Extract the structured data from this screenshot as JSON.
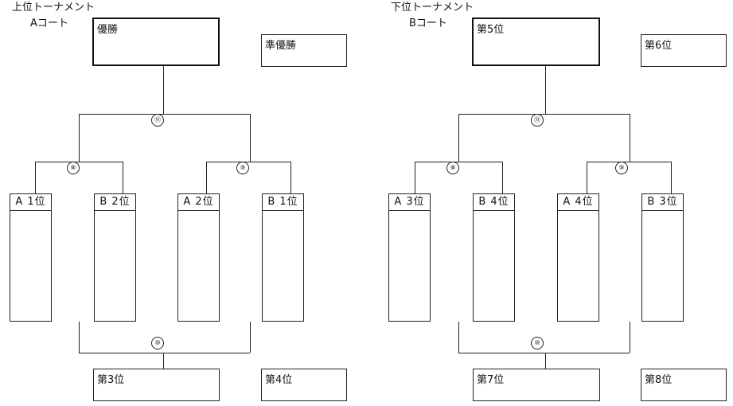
{
  "upper": {
    "title": "上位トーナメント",
    "court": "Aコート",
    "champion": "優勝",
    "runner_up": "準優勝",
    "third": "第3位",
    "fourth": "第4位",
    "teams": [
      "A 1位",
      "B 2位",
      "A 2位",
      "B 1位"
    ],
    "matches": {
      "final": "⑪",
      "semi_left": "⑧",
      "semi_right": "⑨",
      "third_place": "⑩"
    }
  },
  "lower": {
    "title": "下位トーナメント",
    "court": "Bコート",
    "champion": "第5位",
    "runner_up": "第6位",
    "third": "第7位",
    "fourth": "第8位",
    "teams": [
      "A 3位",
      "B 4位",
      "A 4位",
      "B 3位"
    ],
    "matches": {
      "final": "⑪",
      "semi_left": "⑧",
      "semi_right": "⑨",
      "third_place": "⑩"
    }
  }
}
